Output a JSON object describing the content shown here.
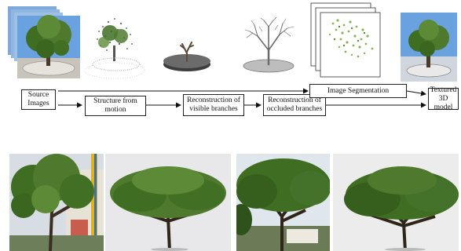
{
  "pipeline": {
    "source_images": "Source\nImages",
    "structure_from_motion": "Structure from\nmotion",
    "visible_branches": "Reconstruction of\nvisible branches",
    "occluded_branches": "Reconstruction of\noccluded branches",
    "image_segmentation": "Image Segmentation",
    "textured_model": "Textured\n3D model"
  },
  "colors": {
    "foliage": "#4f7a2e",
    "foliage_light": "#8db35a",
    "sky": "#6aa2e0",
    "trunk": "#4a3a2a",
    "scaffold": "#e2b21c"
  }
}
